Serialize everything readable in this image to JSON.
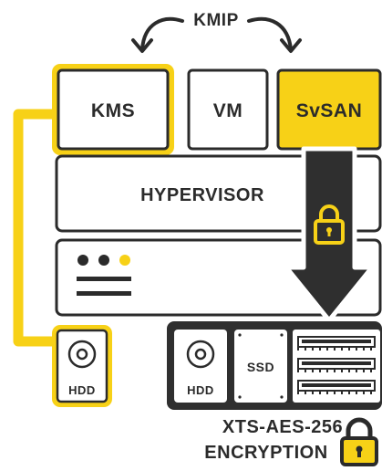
{
  "protocol_label": "KMIP",
  "boxes": {
    "kms": "KMS",
    "vm": "VM",
    "svsan": "SvSAN",
    "hypervisor": "HYPERVISOR"
  },
  "storage": {
    "hdd_left": "HDD",
    "hdd_right": "HDD",
    "ssd": "SSD"
  },
  "encryption": {
    "line1": "XTS-AES-256",
    "line2": "ENCRYPTION"
  },
  "colors": {
    "accent_yellow": "#F7D117",
    "outline": "#2b2b2b",
    "dark_fill": "#2f2f2f",
    "server_light_gray": "#bdbdbd"
  }
}
